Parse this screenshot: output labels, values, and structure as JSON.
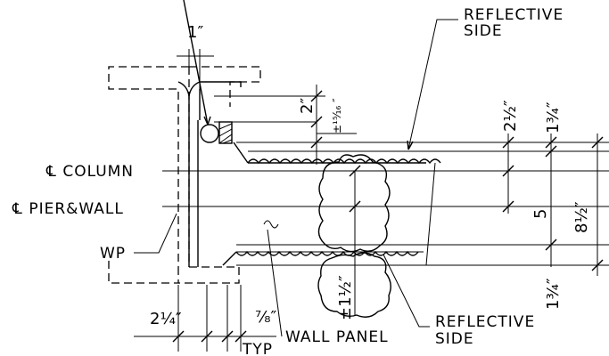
{
  "labels": {
    "reflective_top_1": "REFLECTIVE",
    "reflective_top_2": "SIDE",
    "reflective_bottom_1": "REFLECTIVE",
    "reflective_bottom_2": "SIDE",
    "column": "℄ COLUMN",
    "pier_wall": "℄ PIER&WALL",
    "wp": "WP",
    "wall_panel": "WALL PANEL",
    "typ": "TYP"
  },
  "dimensions": {
    "one_inch": "1″",
    "two_inch": "2″",
    "plusminus_15_16": "±¹⁵⁄₁₆ ″",
    "two_half": "2½″",
    "one_three_quarter_top": "1¾″",
    "five": "5",
    "eight_half": "8½″",
    "pm_one_half": "±1½″",
    "one_three_quarter_bottom": "1¾″",
    "two_quarter": "2¼″",
    "seven_eighths": "⁷⁄₈″"
  }
}
